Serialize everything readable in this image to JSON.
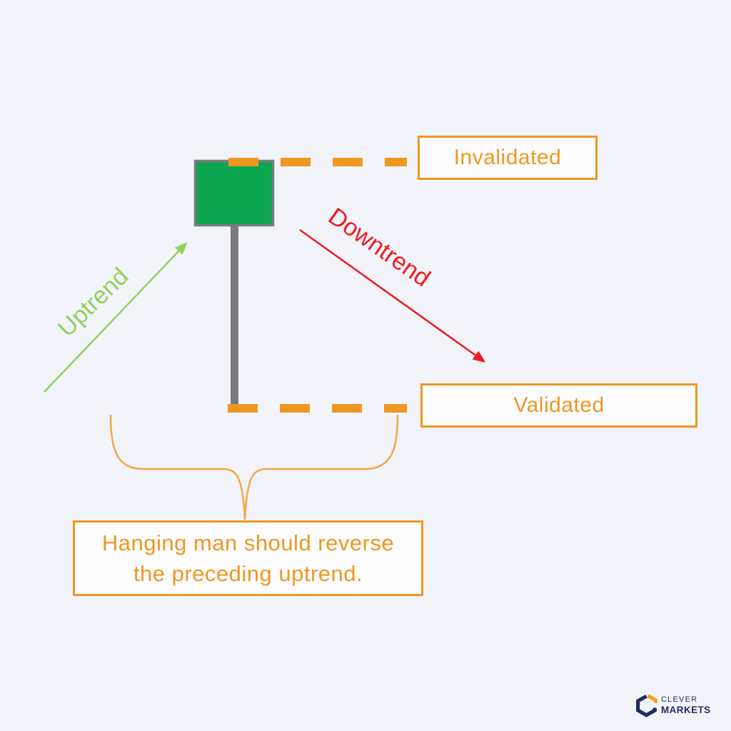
{
  "colors": {
    "bg": "#f3f4fa",
    "orange": "#ef9722",
    "orange_light": "#f3a64c",
    "candle_green": "#0ba64f",
    "wick_gray": "#7b7b7b",
    "uptrend_green": "#8fd25e",
    "downtrend_red": "#f21a1f",
    "navy": "#1f2e5c",
    "logo_orange": "#f6a21d",
    "box_bg": "#fdfdff"
  },
  "labels": {
    "invalidated": "Invalidated",
    "validated": "Validated",
    "uptrend": "Uptrend",
    "downtrend": "Downtrend",
    "note_line1": "Hanging man should reverse",
    "note_line2": "the preceding uptrend."
  },
  "logo": {
    "top": "CLEVER",
    "bottom": "MARKETS"
  }
}
